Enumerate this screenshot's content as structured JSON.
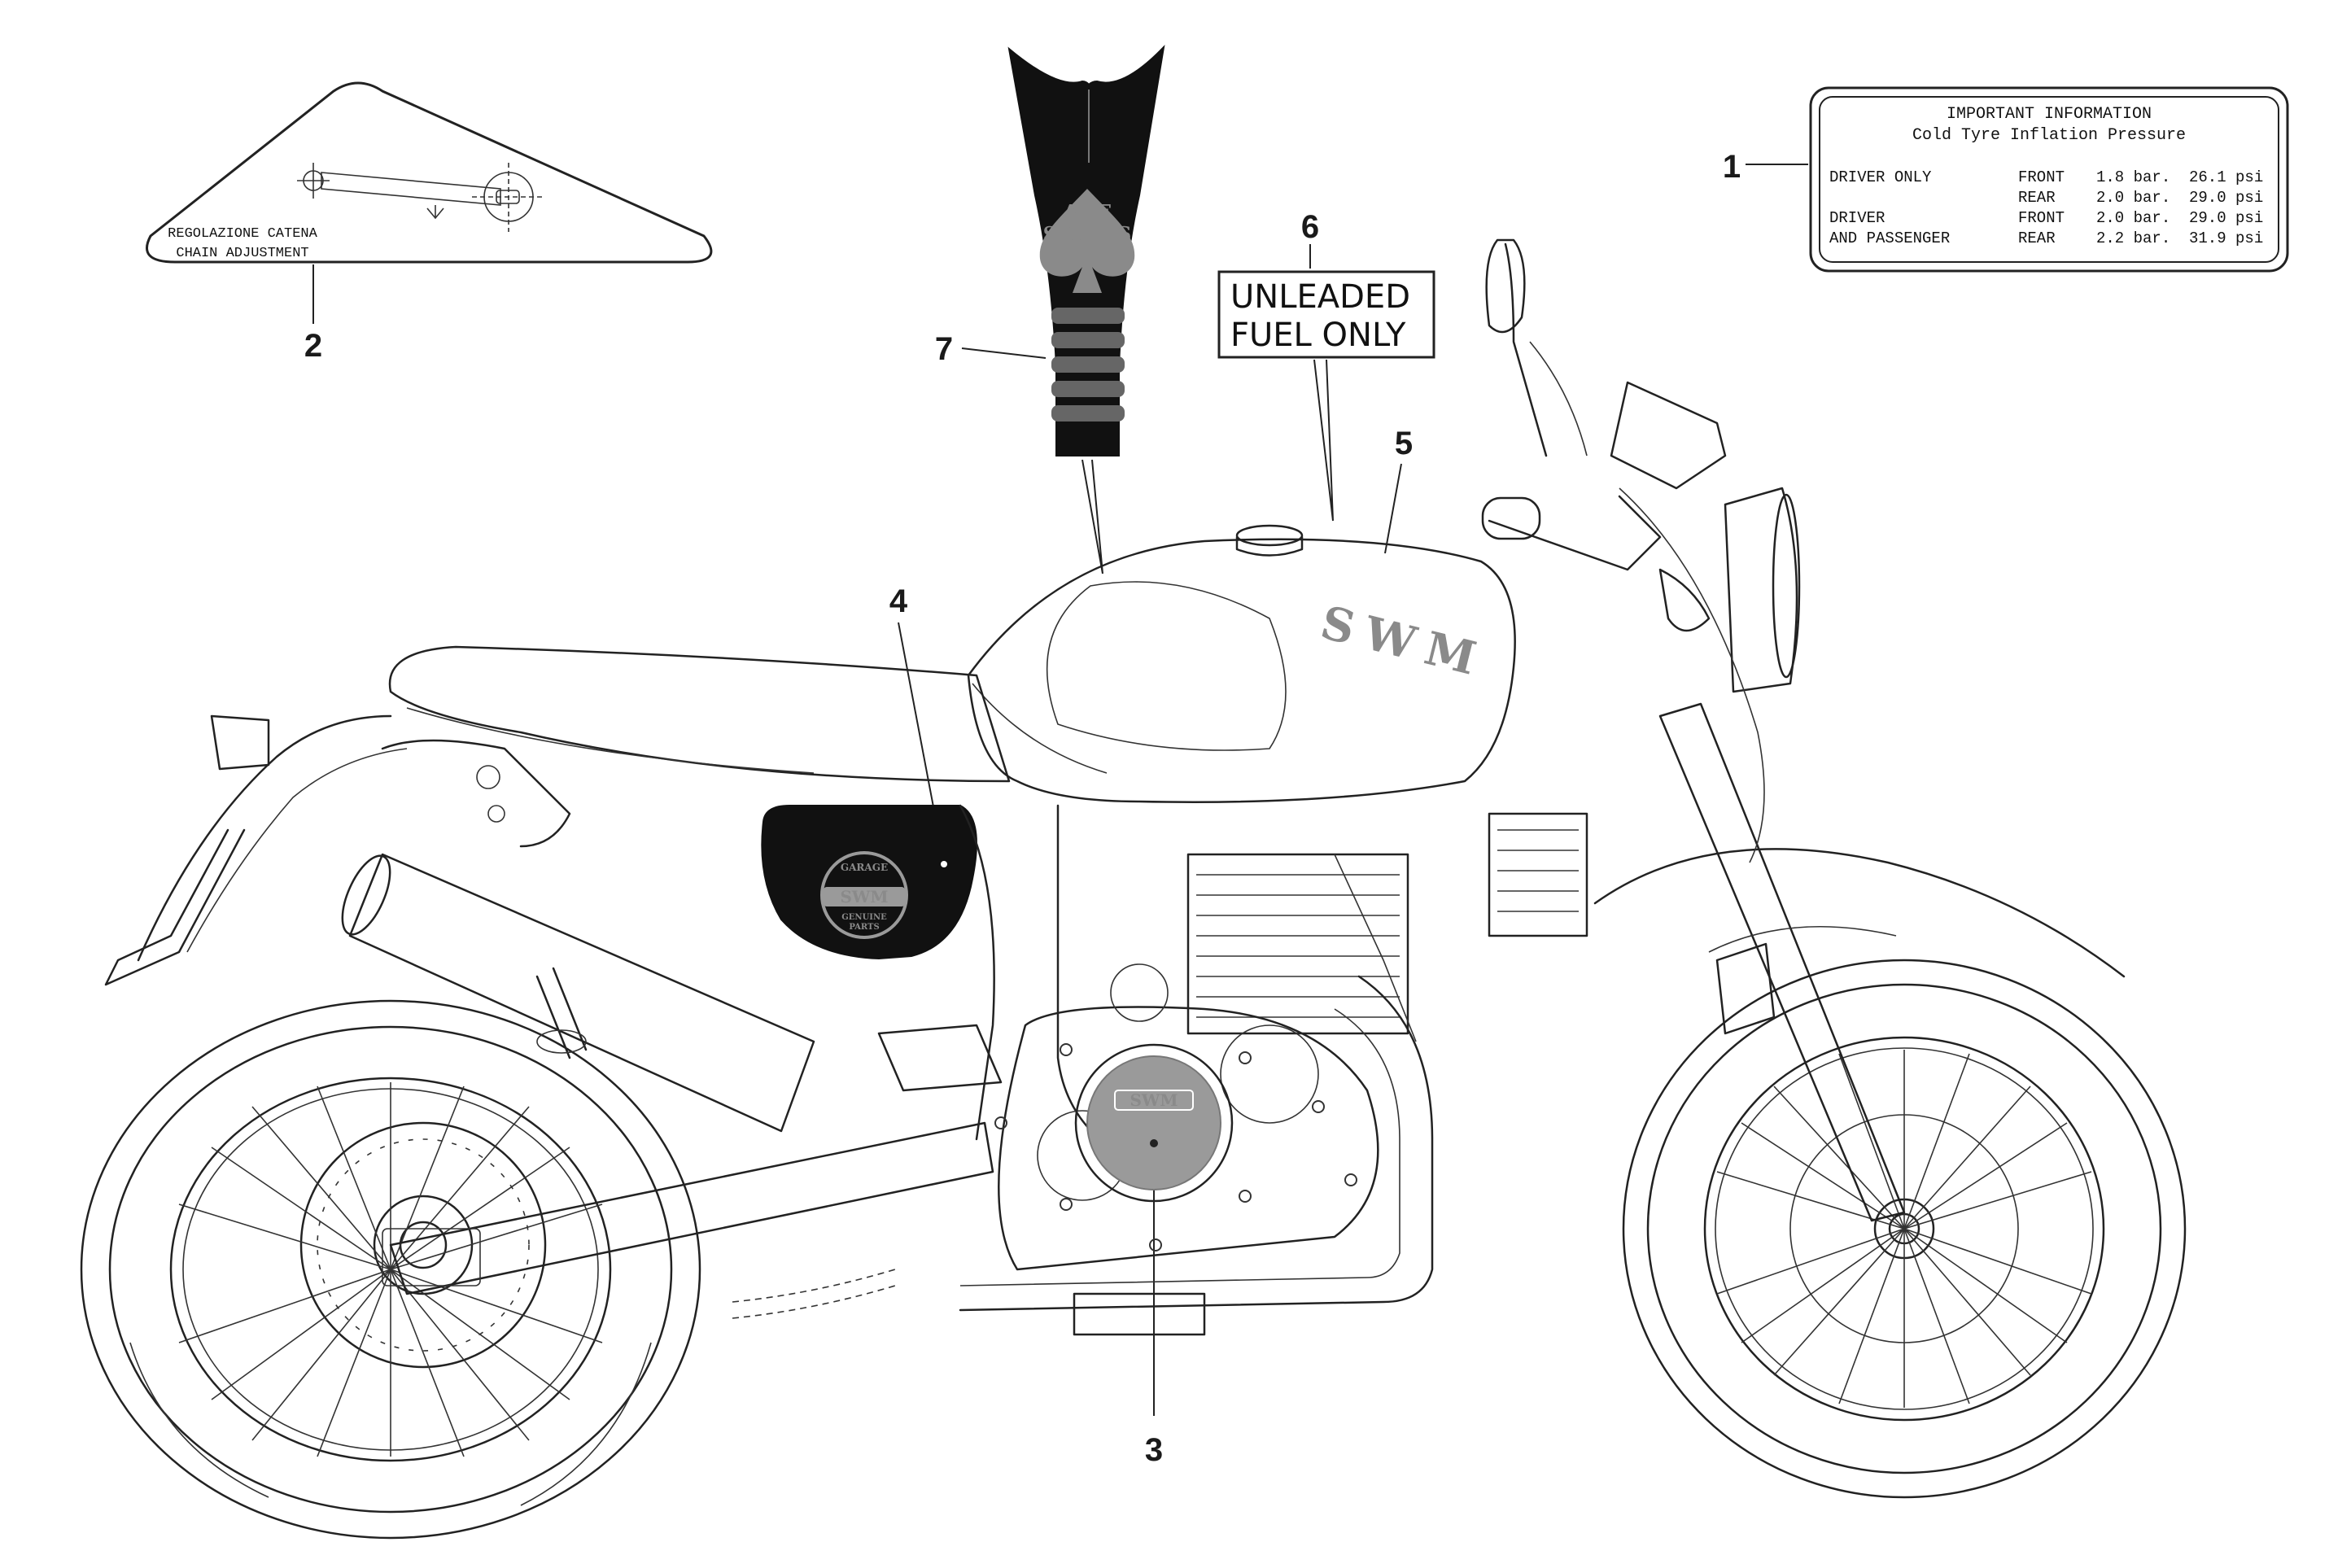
{
  "callouts": {
    "c1": "1",
    "c2": "2",
    "c3": "3",
    "c4": "4",
    "c5": "5",
    "c6": "6",
    "c7": "7"
  },
  "decal_tyre": {
    "title1": "IMPORTANT INFORMATION",
    "title2": "Cold Tyre Inflation Pressure",
    "rows": [
      {
        "who": "DRIVER ONLY",
        "pos": "FRONT",
        "bar": "1.8 bar.",
        "psi": "26.1 psi"
      },
      {
        "who": "",
        "pos": "REAR",
        "bar": "2.0 bar.",
        "psi": "29.0 psi"
      },
      {
        "who": "DRIVER",
        "pos": "FRONT",
        "bar": "2.0 bar.",
        "psi": "29.0 psi"
      },
      {
        "who": "AND PASSENGER",
        "pos": "REAR",
        "bar": "2.2 bar.",
        "psi": "31.9 psi"
      }
    ]
  },
  "decal_chain": {
    "line1": "REGOLAZIONE CATENA",
    "line2": "CHAIN ADJUSTMENT"
  },
  "decal_fuel": {
    "line1": "UNLEADED",
    "line2": "FUEL ONLY"
  },
  "decal_tank_pad": {
    "line1": "ACE",
    "line2": "SPADES"
  },
  "tank_logo": "SWM",
  "side_panel_logo": {
    "top": "GARAGE",
    "middle": "SWM",
    "bottom1": "GENUINE",
    "bottom2": "PARTS"
  },
  "engine_cover_logo": "SWM",
  "colors": {
    "line": "#222222",
    "decal_dark": "#111111",
    "logo_gray": "#8a8a8a",
    "cover_gray": "#9a9a9a"
  }
}
